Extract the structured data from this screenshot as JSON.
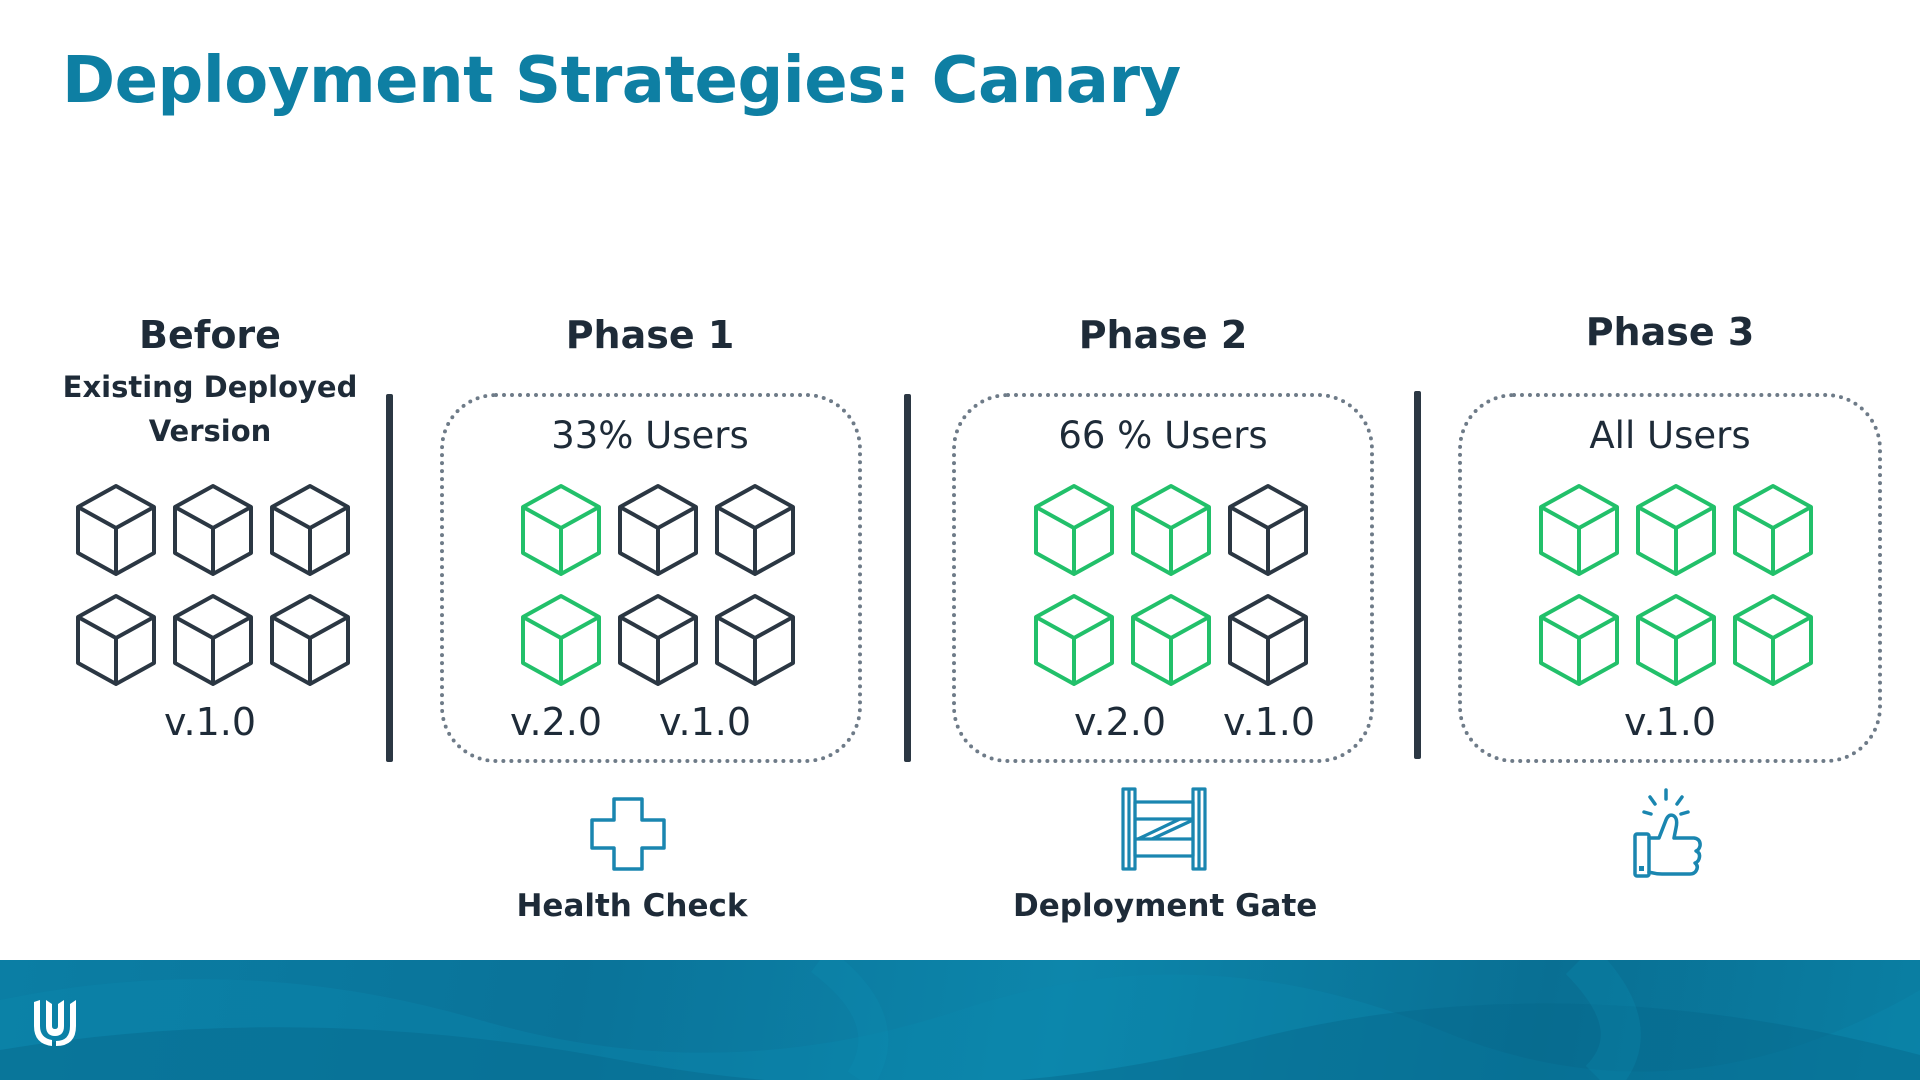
{
  "slide": {
    "title": "Deployment Strategies: Canary"
  },
  "colors": {
    "accent": "#0e7fa3",
    "cube_old": "#2b3743",
    "cube_new": "#22c06a",
    "icon": "#1a86b0",
    "footer": "#0a7aa0"
  },
  "columns": [
    {
      "heading": "Before",
      "subheading_line1": "Existing Deployed",
      "subheading_line2": "Version",
      "versions": [
        "v.1.0"
      ],
      "cubes": [
        "old",
        "old",
        "old",
        "old",
        "old",
        "old"
      ]
    },
    {
      "heading": "Phase 1",
      "users_label": "33% Users",
      "versions": [
        "v.2.0",
        "v.1.0"
      ],
      "cubes": [
        "new",
        "old",
        "old",
        "new",
        "old",
        "old"
      ],
      "footer_icon": "health-check-cross-icon",
      "footer_label": "Health Check"
    },
    {
      "heading": "Phase 2",
      "users_label": "66 % Users",
      "versions": [
        "v.2.0",
        "v.1.0"
      ],
      "cubes": [
        "new",
        "new",
        "old",
        "new",
        "new",
        "old"
      ],
      "footer_icon": "deployment-gate-icon",
      "footer_label": "Deployment Gate"
    },
    {
      "heading": "Phase 3",
      "users_label": "All Users",
      "versions": [
        "v.1.0"
      ],
      "cubes": [
        "new",
        "new",
        "new",
        "new",
        "new",
        "new"
      ],
      "footer_icon": "thumbs-up-icon"
    }
  ],
  "footer": {
    "logo_icon": "udacity-logo-icon"
  }
}
